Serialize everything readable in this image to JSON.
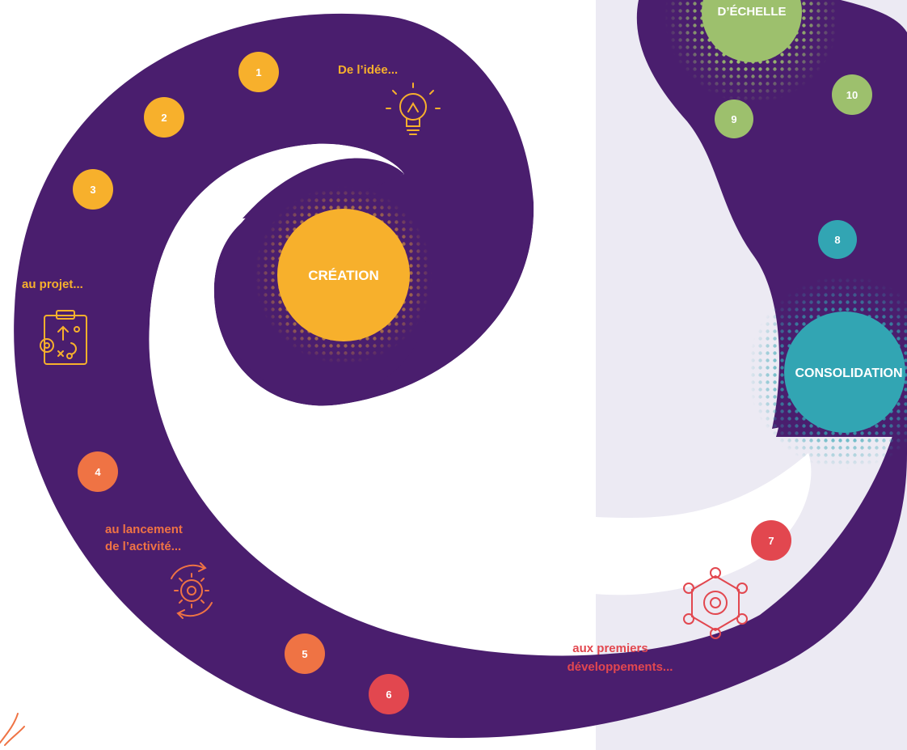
{
  "colors": {
    "path": "#4a1e6e",
    "panel": "#eceaf3",
    "creation": "#f7b02c",
    "launch": "#ef7344",
    "development": "#e2474f",
    "consolidation": "#32a5b3",
    "scale": "#9dc06d",
    "number_text": "#ffffff"
  },
  "phases": {
    "creation": "CRÉATION",
    "consolidation": "CONSOLIDATION",
    "scale": "D’ÉCHELLE"
  },
  "captions": {
    "idea": "De l’idée...",
    "project": "au projet...",
    "launch_line1": "au  lancement",
    "launch_line2": "de l’activité...",
    "dev_line1": "aux premiers",
    "dev_line2": "développements..."
  },
  "steps": [
    {
      "label": "1",
      "color": "#f7b02c"
    },
    {
      "label": "2",
      "color": "#f7b02c"
    },
    {
      "label": "3",
      "color": "#f7b02c"
    },
    {
      "label": "4",
      "color": "#ef7344"
    },
    {
      "label": "5",
      "color": "#ef7344"
    },
    {
      "label": "6",
      "color": "#e2474f"
    },
    {
      "label": "7",
      "color": "#e2474f"
    },
    {
      "label": "8",
      "color": "#32a5b3"
    },
    {
      "label": "9",
      "color": "#9dc06d"
    },
    {
      "label": "10",
      "color": "#9dc06d"
    }
  ],
  "icons": [
    "lightbulb-icon",
    "clipboard-plan-icon",
    "gear-cycle-icon",
    "gear-network-icon"
  ]
}
